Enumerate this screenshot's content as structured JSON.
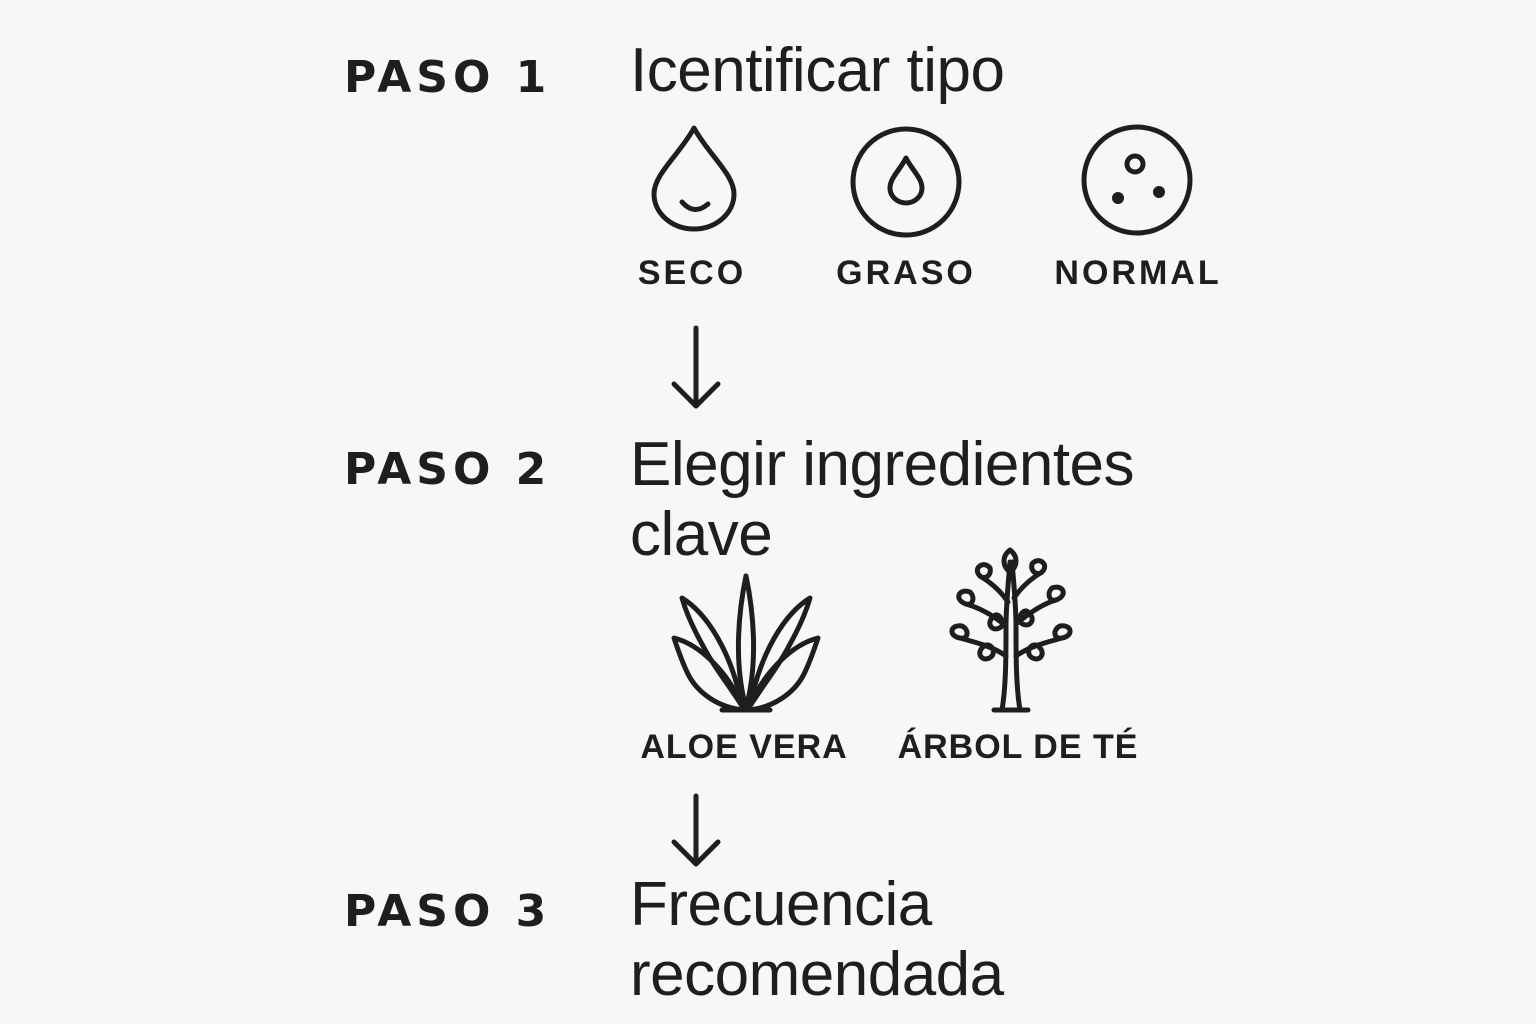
{
  "steps": [
    {
      "label": "PASO 1",
      "title_lines": [
        "Icentificar tipo"
      ],
      "options": [
        {
          "label": "SECO",
          "icon": "water-drop-icon"
        },
        {
          "label": "GRASO",
          "icon": "drop-in-circle-icon"
        },
        {
          "label": "NORMAL",
          "icon": "dotted-circle-icon"
        }
      ]
    },
    {
      "label": "PASO 2",
      "title_lines": [
        "Elegir ingredientes",
        "clave"
      ],
      "options": [
        {
          "label": "ALOE VERA",
          "icon": "aloe-vera-icon"
        },
        {
          "label": "ÁRBOL DE TÉ",
          "icon": "tea-tree-icon"
        }
      ]
    },
    {
      "label": "PASO 3",
      "title_lines": [
        "Frecuencia",
        "recomendada"
      ]
    }
  ],
  "colors": {
    "background": "#f7f7f6",
    "ink": "#1e1e1e"
  }
}
